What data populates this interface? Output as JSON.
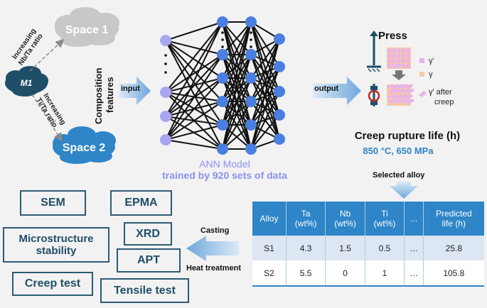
{
  "spaces": {
    "space1": "Space 1",
    "space2": "Space 2",
    "m1": "M1"
  },
  "arrows": {
    "nb_ta": "Increasing Nb/Ta ratio",
    "ti_ta": "Increasing Ti/Ta ratio",
    "nb_ta_line1": "Increasing",
    "nb_ta_line2": "Nb/Ta ratio",
    "ti_ta_line1": "Increasing",
    "ti_ta_line2": "Ti/Ta ratio"
  },
  "composition_features": {
    "line1": "Composition",
    "line2": "features"
  },
  "input_label": "input",
  "output_label": "output",
  "ann": {
    "title": "ANN Model",
    "subtitle": "trained by 920 sets of data"
  },
  "press": {
    "title": "Press",
    "legend": [
      "γ'",
      "γ",
      "γ' after creep"
    ],
    "legend_after_line1": "γ' after",
    "legend_after_line2": "creep"
  },
  "creep": {
    "title": "Creep rupture life (h)",
    "condition": "850 °C, 650 MPa"
  },
  "selected_alloy": "Selected alloy",
  "table": {
    "headers": [
      "Alloy",
      "Ta (wt%)",
      "Nb (wt%)",
      "Ti (wt%)",
      "…",
      "Predicted life (h)"
    ],
    "header_lines": [
      [
        "Alloy"
      ],
      [
        "Ta",
        "(wt%)"
      ],
      [
        "Nb",
        "(wt%)"
      ],
      [
        "Ti",
        "(wt%)"
      ],
      [
        "…"
      ],
      [
        "Predicted",
        "life (h)"
      ]
    ],
    "rows": [
      [
        "S1",
        "4.3",
        "1.5",
        "0.5",
        "…",
        "25.8"
      ],
      [
        "S2",
        "5.5",
        "0",
        "1",
        "…",
        "105.8"
      ]
    ]
  },
  "casting": "Casting",
  "heat_treatment": "Heat treatment",
  "tests": {
    "sem": "SEM",
    "epma": "EPMA",
    "microstructure_line1": "Microstructure",
    "microstructure_line2": "stability",
    "xrd": "XRD",
    "apt": "APT",
    "creep_test": "Creep test",
    "tensile_test": "Tensile test"
  },
  "colors": {
    "dark_blue": "#1f4e68",
    "ann_text": "#8f8ff0",
    "accent_blue": "#2e85c7",
    "node_purple": "#a9a6f2",
    "node_blue": "#4a7fe0",
    "pink": "#e8b3ea",
    "peach": "#f8c9a5"
  }
}
